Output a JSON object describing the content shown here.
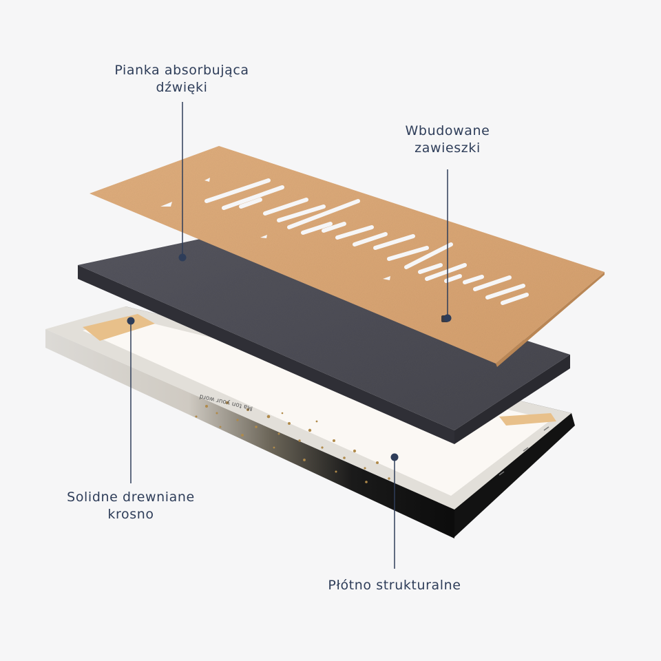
{
  "labels": {
    "foam": {
      "line1": "Pianka absorbująca",
      "line2": "dźwięki"
    },
    "hangers": {
      "line1": "Wbudowane",
      "line2": "zawieszki"
    },
    "frame": {
      "line1": "Solidne drewniane",
      "line2": "krosno"
    },
    "canvas": {
      "line1": "Płótno strukturalne"
    }
  },
  "canvas_print_text": "Ma ton your word",
  "colors": {
    "background": "#f6f6f7",
    "label_text": "#2e3d59",
    "leader_line": "#2e3d59",
    "cardboard": "#d9a878",
    "foam": "#4a4a52",
    "canvas": "#fbf8f4",
    "frame_wood": "#e8c08a",
    "canvas_edge_dark": "#111111",
    "glitter": "#b08a4a"
  }
}
